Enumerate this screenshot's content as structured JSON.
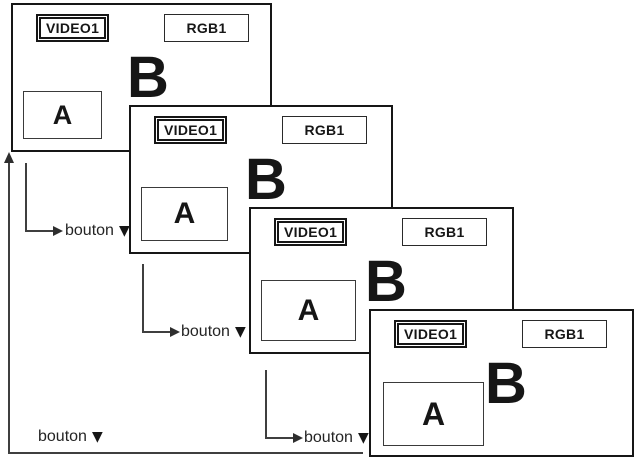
{
  "diagram": {
    "description": "PIP source selection cycle across four screen states",
    "screens": [
      {
        "pip_source": "VIDEO1",
        "main_source": "RGB1",
        "main_image": "B",
        "pip_image": "A"
      },
      {
        "pip_source": "VIDEO1",
        "main_source": "RGB1",
        "main_image": "B",
        "pip_image": "A"
      },
      {
        "pip_source": "VIDEO1",
        "main_source": "RGB1",
        "main_image": "B",
        "pip_image": "A"
      },
      {
        "pip_source": "VIDEO1",
        "main_source": "RGB1",
        "main_image": "B",
        "pip_image": "A"
      }
    ],
    "transitions": [
      {
        "label": "bouton",
        "symbol": "▼"
      },
      {
        "label": "bouton",
        "symbol": "▼"
      },
      {
        "label": "bouton",
        "symbol": "▼"
      },
      {
        "label": "bouton",
        "symbol": "▼"
      }
    ],
    "icons": {
      "arrow_right": "right-pointing solid arrowhead",
      "arrow_up": "up-pointing solid arrowhead",
      "down_triangle": "▼"
    },
    "colors": {
      "ink": "#161616",
      "line": "#3f3f3f",
      "background": "#ffffff"
    }
  }
}
